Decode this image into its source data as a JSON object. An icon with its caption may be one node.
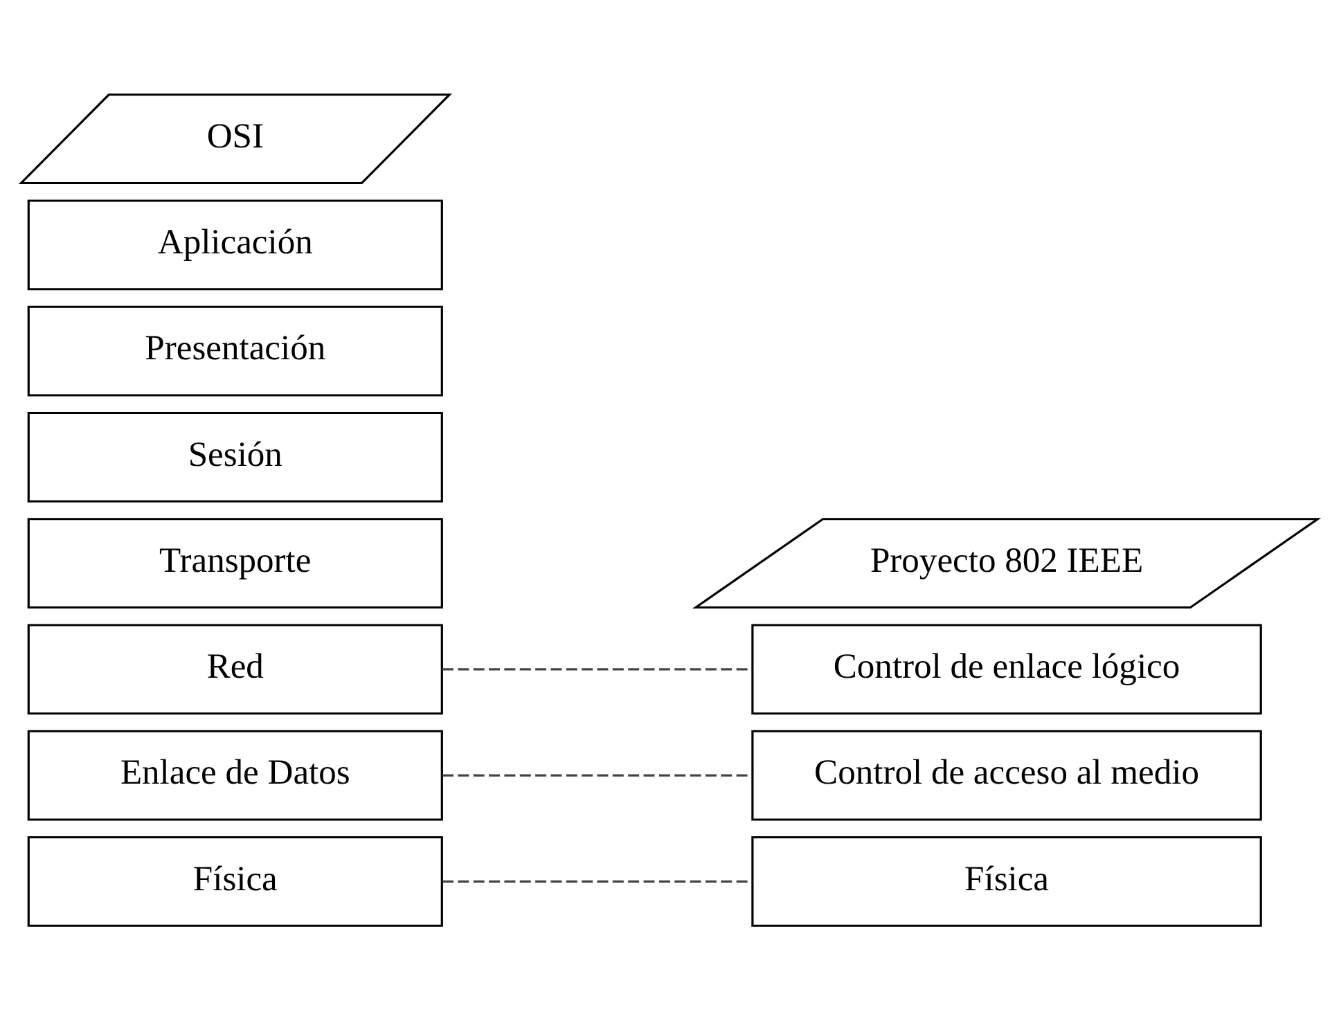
{
  "diagram": {
    "nodes": [
      {
        "text": [
          "OSI"
        ]
      },
      {
        "text": [
          "Aplicación"
        ]
      },
      {
        "text": [
          "Presentación"
        ]
      },
      {
        "text": [
          "Sesión"
        ]
      },
      {
        "text": [
          "Transporte"
        ]
      },
      {
        "text": [
          "Red"
        ]
      },
      {
        "text": [
          "Enlace de Datos"
        ]
      },
      {
        "text": [
          "Física"
        ]
      },
      {
        "text": [
          "Proyecto 802 IEEE"
        ]
      },
      {
        "text": [
          "Control de enlace lógico"
        ]
      },
      {
        "text": [
          "Control de acceso al medio"
        ]
      },
      {
        "text": [
          "Física"
        ]
      }
    ],
    "edges": [
      {
        "from": 5,
        "to": 9,
        "arrow": "none",
        "style": "dashed"
      },
      {
        "from": 6,
        "to": 10,
        "arrow": "none",
        "style": "dashed"
      },
      {
        "from": 7,
        "to": 11,
        "arrow": "none",
        "style": "dashed"
      }
    ]
  }
}
